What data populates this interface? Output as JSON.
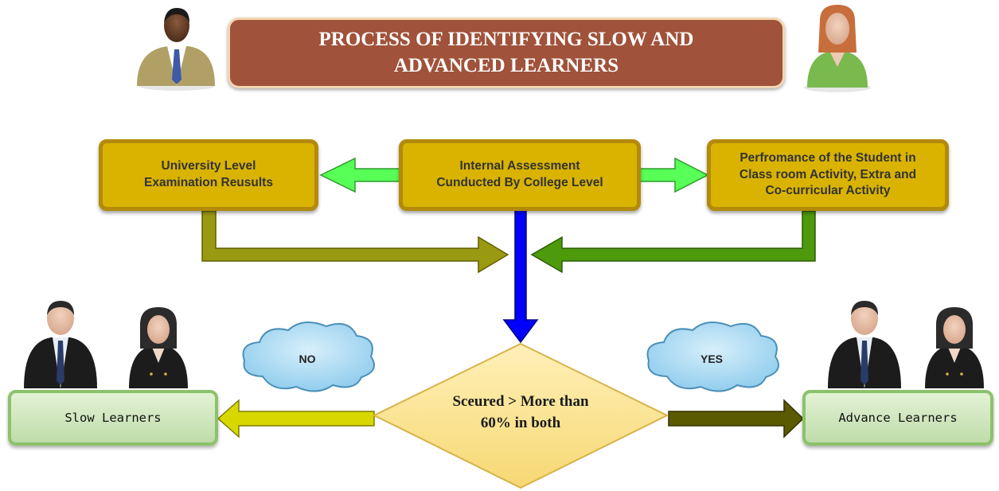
{
  "title": {
    "line1": "PROCESS OF IDENTIFYING SLOW AND",
    "line2": "ADVANCED LEARNERS"
  },
  "nodes": {
    "university": {
      "line1": "University Level",
      "line2": "Examination Reusults"
    },
    "internal": {
      "line1": "Internal Assessment",
      "line2": "Cunducted By College Level"
    },
    "performance": {
      "line1": "Perfromance of the Student in",
      "line2": "Class room Activity, Extra and",
      "line3": "Co-curricular Activity"
    },
    "decision": {
      "line1": "Sceured > More than",
      "line2": "60% in both"
    },
    "slow": {
      "label": "Slow Learners"
    },
    "advance": {
      "label": "Advance Learners"
    }
  },
  "edges": {
    "no_label": "NO",
    "yes_label": "YES"
  },
  "colors": {
    "title_fill": "#a0523a",
    "node_fill": "#d9b300",
    "node_border": "#b38a0b",
    "outcome_fill": "#d4eac3",
    "outcome_border": "#8cc26a",
    "decision_fill": "#fbe49a",
    "arrow_bright_green": "#57ff57",
    "arrow_olive": "#9a9a12",
    "arrow_green": "#4d9a0d",
    "arrow_blue": "#0000ff",
    "arrow_yellow": "#d8d800",
    "arrow_dark_olive": "#5a5a00",
    "cloud_fill": "#a9d9f2"
  },
  "icons": [
    "businessman-icon",
    "businesswoman-icon",
    "male-user-icon",
    "female-user-icon",
    "cloud-icon"
  ]
}
